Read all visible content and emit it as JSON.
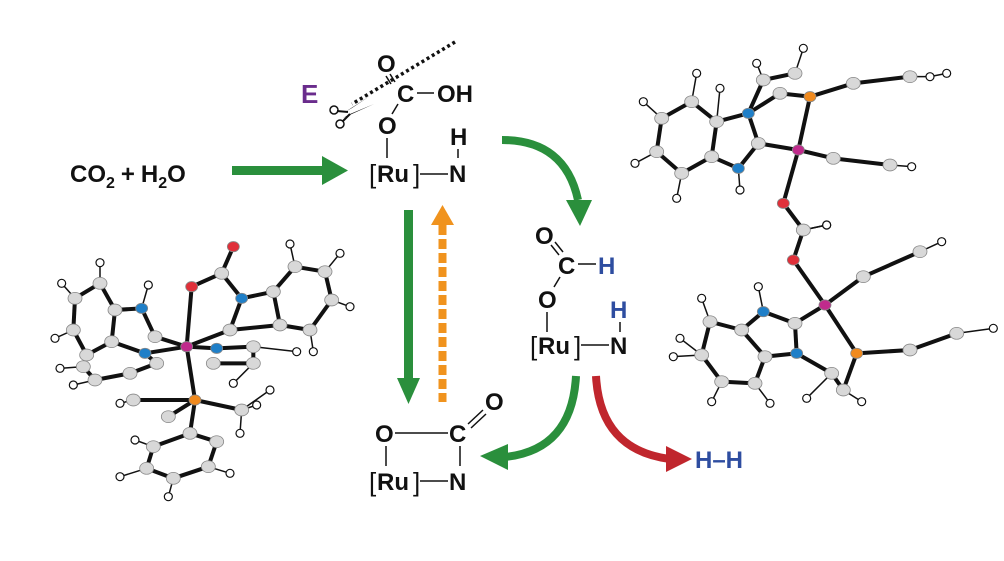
{
  "colors": {
    "green": "#2a8f3c",
    "orange": "#f0931e",
    "red": "#c0262d",
    "blue": "#2e4da0",
    "purple": "#6a2c8c",
    "black": "#111111",
    "atom_c": "#d8d8d8",
    "atom_n": "#1f7fc8",
    "atom_o": "#e0303a",
    "atom_p": "#f08a1e",
    "atom_ru": "#c02a8c"
  },
  "reactants": {
    "co2": "CO",
    "co2_sub": "2",
    "plus": "+",
    "h2o_h": "H",
    "h2o_sub": "2",
    "h2o_o": "O"
  },
  "bicarbonate_complex": {
    "E": "E",
    "O_top": "O",
    "C": "C",
    "OH": "OH",
    "O_bottom": "O",
    "H": "H",
    "Ru": "Ru",
    "N": "N"
  },
  "formate_complex": {
    "O_top": "O",
    "C": "C",
    "H_c": "H",
    "O_bottom": "O",
    "H_n": "H",
    "Ru": "Ru",
    "N": "N"
  },
  "carbamate_complex": {
    "O_ring": "O",
    "C": "C",
    "O_carbonyl": "O",
    "Ru": "Ru",
    "N": "N"
  },
  "product": {
    "h2": "H–H"
  },
  "arrows": [
    {
      "name": "co2-to-bicarbonate",
      "style": "solid",
      "color": "green"
    },
    {
      "name": "bicarbonate-to-formate",
      "style": "curved",
      "color": "green"
    },
    {
      "name": "bicarbonate-to-carbamate",
      "style": "solid-down",
      "color": "green"
    },
    {
      "name": "carbamate-to-bicarbonate",
      "style": "dashed-up",
      "color": "orange"
    },
    {
      "name": "formate-to-carbamate",
      "style": "curved",
      "color": "green"
    },
    {
      "name": "formate-to-h2",
      "style": "curved",
      "color": "red"
    }
  ],
  "crystal_structures": [
    {
      "name": "carbamate-crystal-structure",
      "position": "bottom-left"
    },
    {
      "name": "formate-bridged-dimer-crystal-structure",
      "position": "right"
    }
  ]
}
